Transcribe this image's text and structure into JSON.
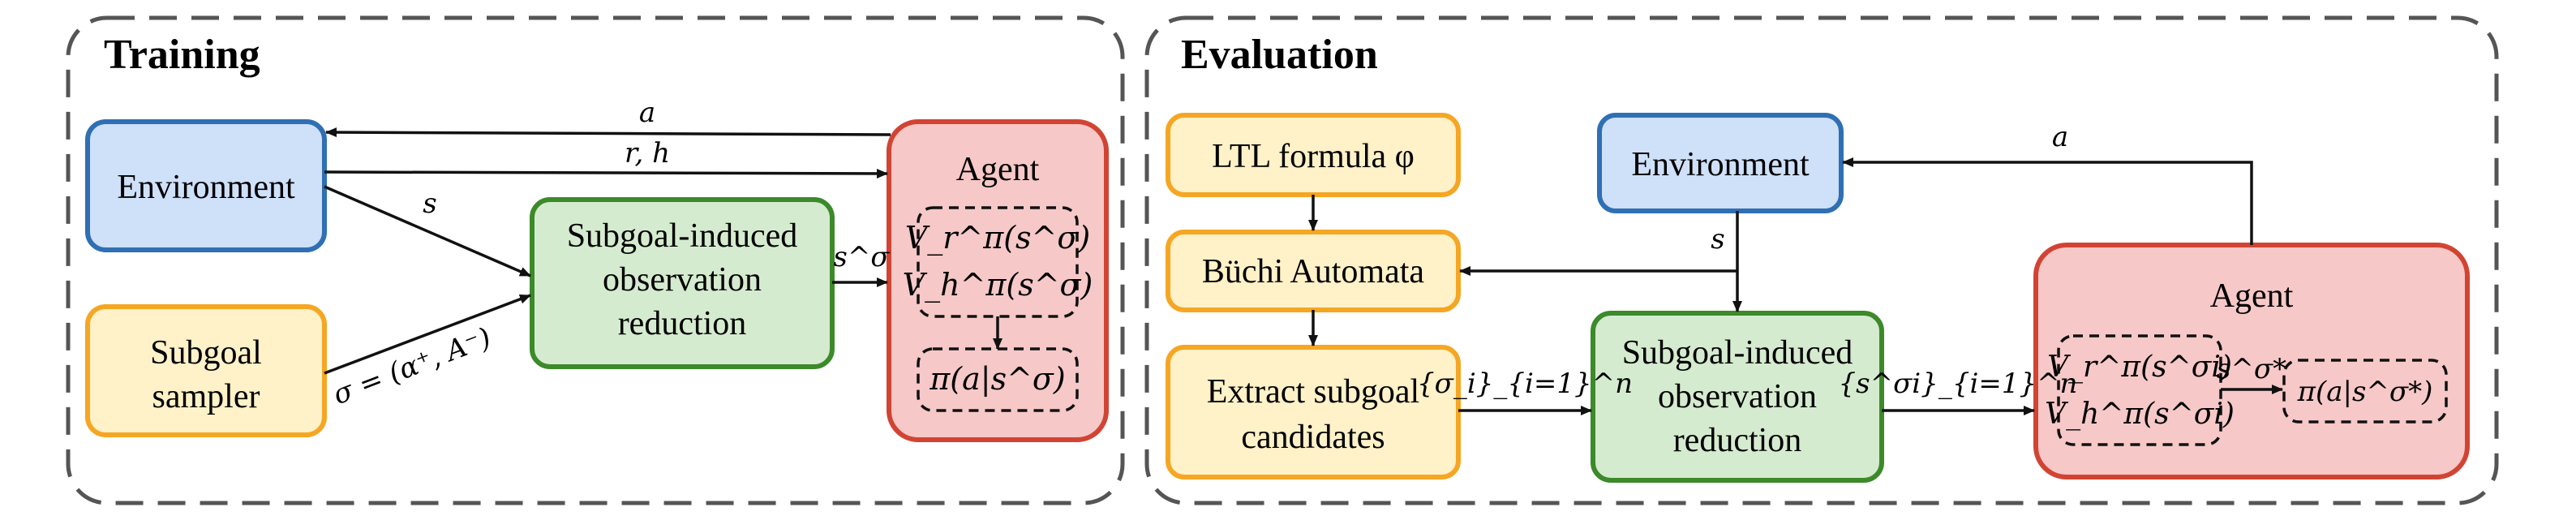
{
  "panels": {
    "training": {
      "title": "Training"
    },
    "evaluation": {
      "title": "Evaluation"
    }
  },
  "training": {
    "environment": "Environment",
    "subgoal_sampler": [
      "Subgoal",
      "sampler"
    ],
    "reduction": [
      "Subgoal-induced",
      "observation",
      "reduction"
    ],
    "agent_title": "Agent",
    "value_r": "V_r^π(s^σ)",
    "value_h": "V_h^π(s^σ)",
    "policy": "π(a|s^σ)",
    "label_a": "a",
    "label_rh": "r, h",
    "label_s": "s",
    "label_s_sigma": "s^σ",
    "label_sigma": "σ = (α⁺, A⁻)"
  },
  "evaluation": {
    "ltl": "LTL formula φ",
    "buchi": "Büchi Automata",
    "extract": [
      "Extract subgoal",
      "candidates"
    ],
    "environment": "Environment",
    "reduction": [
      "Subgoal-induced",
      "observation",
      "reduction"
    ],
    "agent_title": "Agent",
    "value_r": "V_r^π(s^σi)",
    "value_h": "V_h^π(s^σi)",
    "policy": "π(a|s^σ*)",
    "label_a": "a",
    "label_s": "s",
    "label_sigma_set": "{σ_i}_{i=1}^n",
    "label_s_sigma_set": "{s^σi}_{i=1}^n",
    "label_s_star": "s^σ*"
  },
  "colors": {
    "blue_fill": "#cfe0f9",
    "blue_stroke": "#2f6fb4",
    "yellow_fill": "#fff1c8",
    "yellow_stroke": "#f5a623",
    "green_fill": "#d5ebcf",
    "green_stroke": "#3c8a2a",
    "red_fill": "#f6c8c8",
    "red_stroke": "#d14434",
    "panel_stroke": "#555555"
  }
}
